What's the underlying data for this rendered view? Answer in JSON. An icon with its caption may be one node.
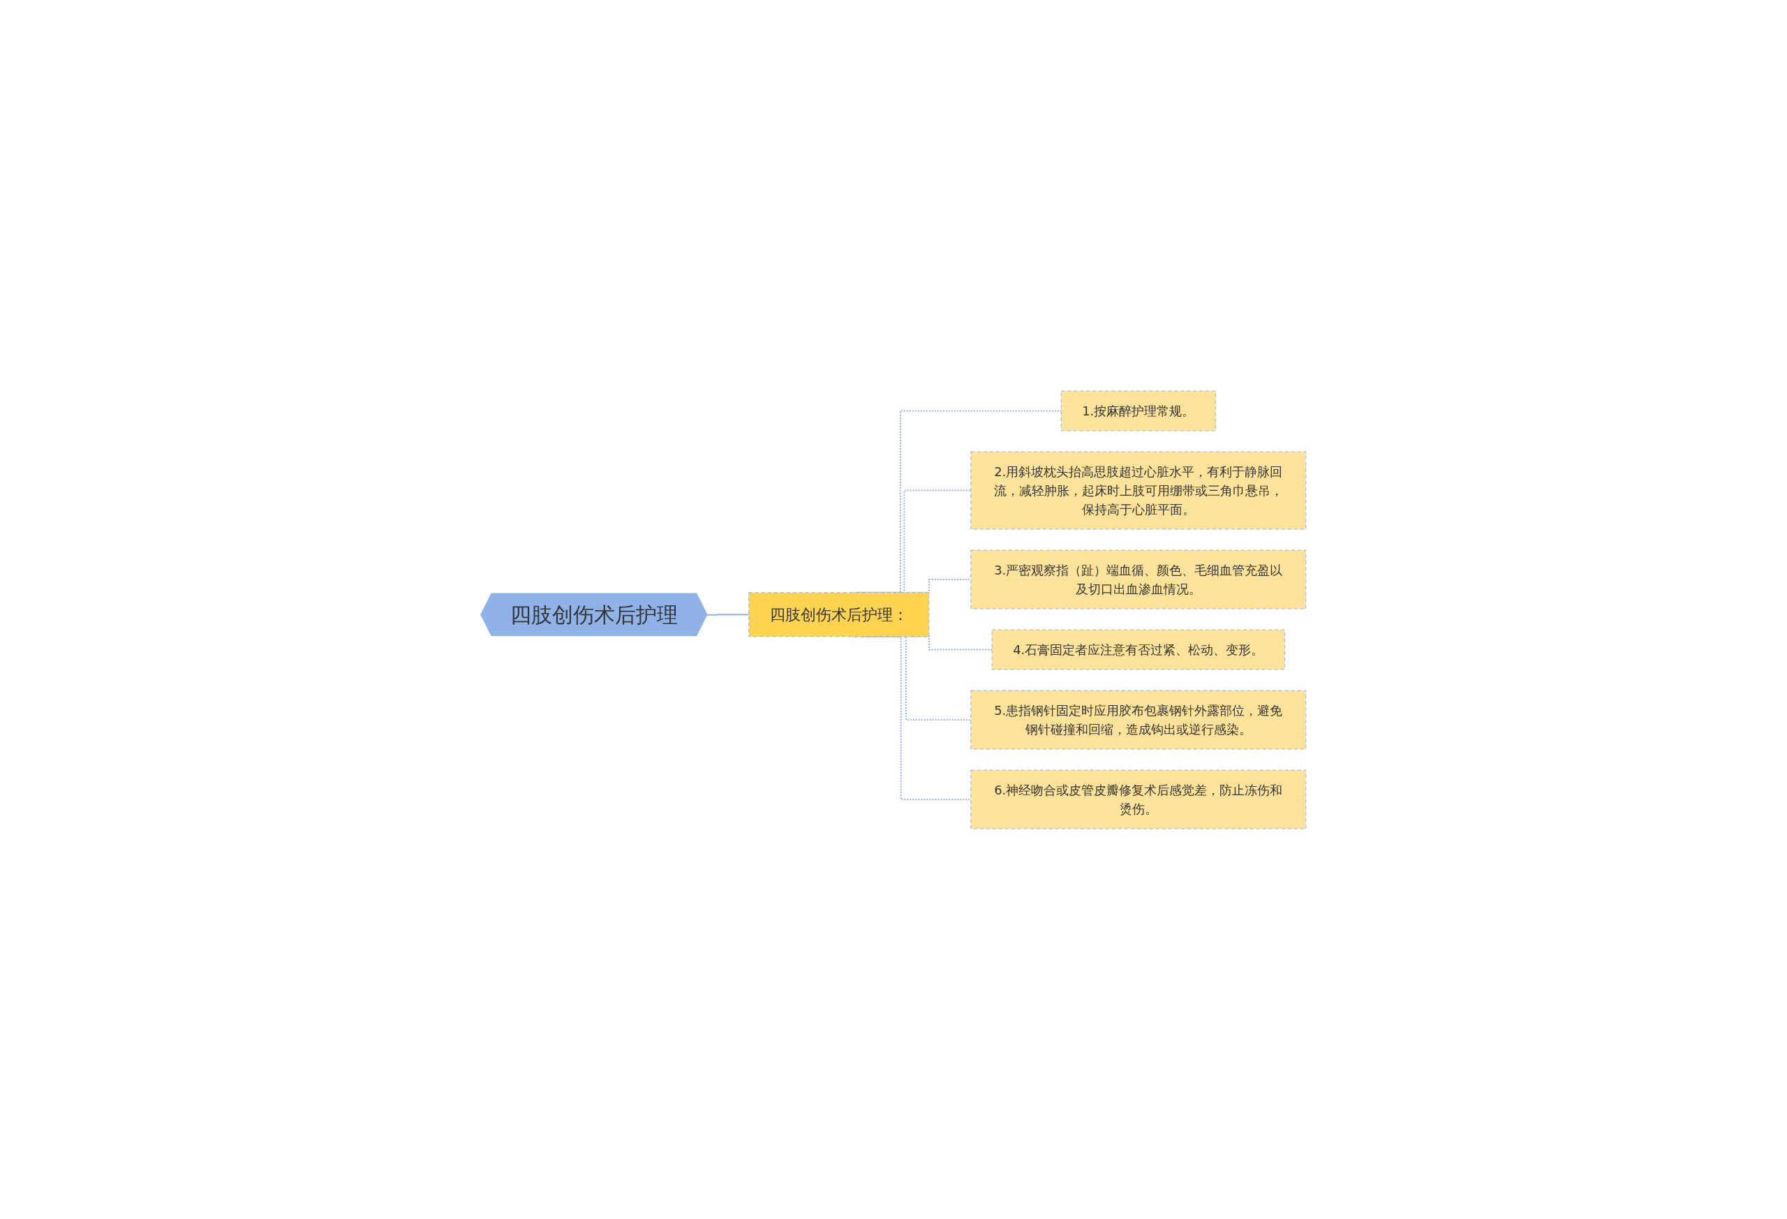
{
  "diagram": {
    "nodes": [
      {
        "text": [
          "四肢创伤术后护理"
        ]
      },
      {
        "text": [
          "四肢创伤术后护理："
        ]
      },
      {
        "text": [
          "1.按麻醉护理常规。"
        ]
      },
      {
        "text": [
          "2.用斜坡枕头抬高思肢超过心脏水平，有利于静脉回流，减轻肿胀，起床时上肢可用绷带或三角巾悬吊，保持高于心脏平面。"
        ]
      },
      {
        "text": [
          "3.严密观察指（趾）端血循、颜色、毛细血管充盈以及切口出血渗血情况。"
        ]
      },
      {
        "text": [
          "4.石膏固定者应注意有否过紧、松动、变形。"
        ]
      },
      {
        "text": [
          "5.患指钢针固定时应用胶布包裹钢针外露部位，避免钢针碰撞和回缩，造成钩出或逆行感染。"
        ]
      },
      {
        "text": [
          "6.神经吻合或皮管皮瓣修复术后感觉差，防止冻伤和烫伤。"
        ]
      }
    ],
    "edges": [
      {
        "from": 0,
        "to": 1,
        "arrow": "none"
      },
      {
        "from": 1,
        "to": 2,
        "arrow": "none",
        "style": "dashed"
      },
      {
        "from": 1,
        "to": 3,
        "arrow": "none",
        "style": "dashed"
      },
      {
        "from": 1,
        "to": 4,
        "arrow": "none",
        "style": "dashed"
      },
      {
        "from": 1,
        "to": 5,
        "arrow": "none",
        "style": "dashed"
      },
      {
        "from": 1,
        "to": 6,
        "arrow": "none",
        "style": "dashed"
      },
      {
        "from": 1,
        "to": 7,
        "arrow": "none",
        "style": "dashed"
      }
    ]
  }
}
